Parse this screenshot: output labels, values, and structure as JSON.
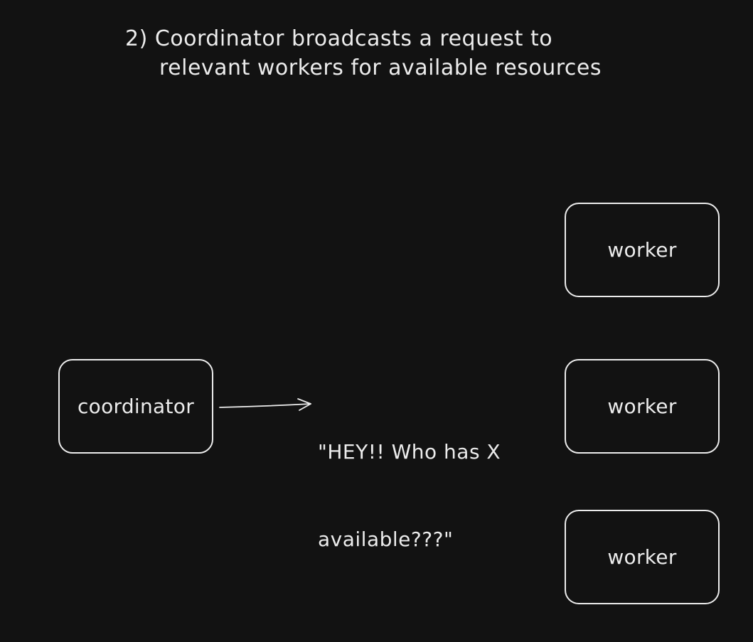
{
  "diagram": {
    "title": {
      "line1": "2) Coordinator broadcasts a request to",
      "line2": "relevant workers for available resources"
    },
    "nodes": {
      "coordinator": "coordinator",
      "worker1": "worker",
      "worker2": "worker",
      "worker3": "worker"
    },
    "message": {
      "line1": "\"HEY!! Who has X",
      "line2": "available???\""
    },
    "colors": {
      "background": "#121212",
      "stroke": "#ececec"
    }
  }
}
